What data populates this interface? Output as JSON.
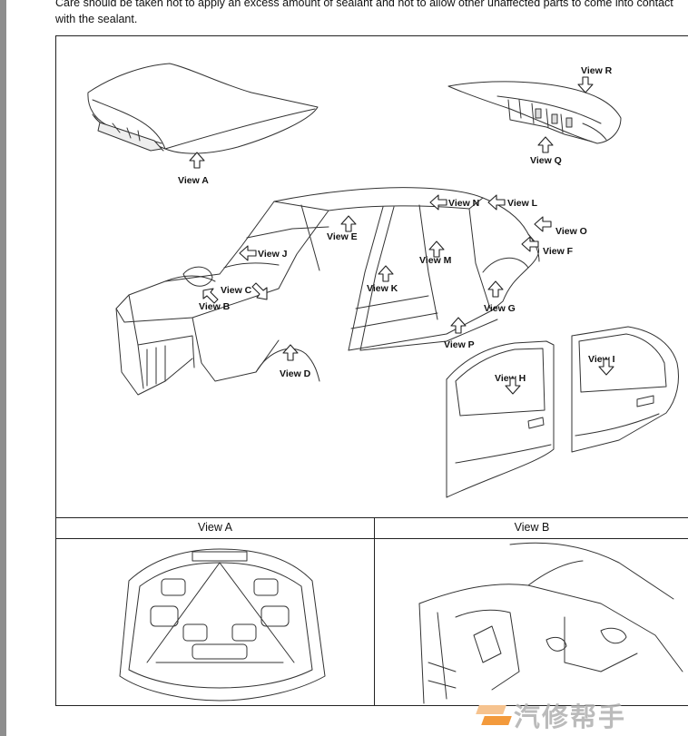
{
  "intro": {
    "line1": "Care should be taken not to apply an excess amount of sealant and not to allow other unaffected parts to come into contact",
    "line2": "with the sealant."
  },
  "callouts": {
    "view_a": "View A",
    "view_b": "View B",
    "view_c": "View C",
    "view_d": "View D",
    "view_e": "View E",
    "view_f": "View F",
    "view_g": "View G",
    "view_h": "View H",
    "view_i": "View I",
    "view_j": "View J",
    "view_k": "View K",
    "view_l": "View L",
    "view_m": "View M",
    "view_n": "View N",
    "view_o": "View O",
    "view_p": "View P",
    "view_q": "View Q",
    "view_r": "View R"
  },
  "panels": {
    "left_caption": "View A",
    "right_caption": "View B"
  },
  "watermark": {
    "text": "汽修帮手",
    "color": "#b0b0b0",
    "logo_colors": [
      "#f39a3c",
      "#f6c38f"
    ]
  }
}
